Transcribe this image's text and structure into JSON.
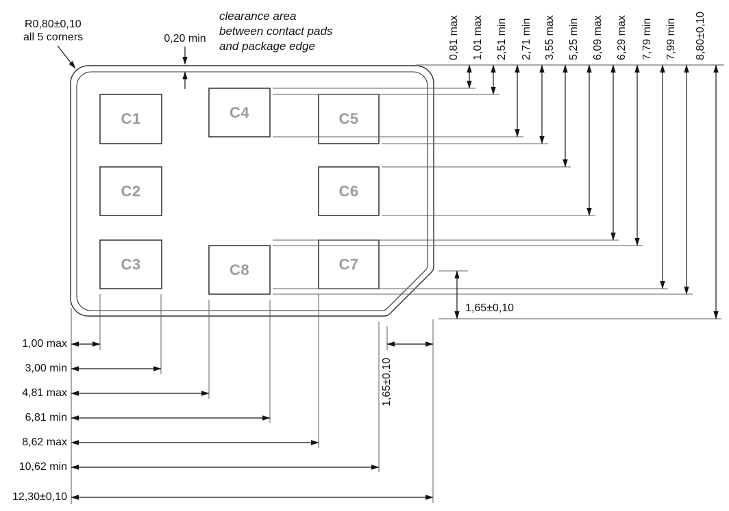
{
  "title": "package outline drawing with contact pad dimensions",
  "corner_note": {
    "line1": "R0,80±0,10",
    "line2": "all 5 corners"
  },
  "edge_clearance": {
    "label": "0,20 min"
  },
  "clearance_note": {
    "line1": "clearance area",
    "line2": "between contact pads",
    "line3": "and package edge"
  },
  "pads": [
    {
      "id": "C1",
      "label": "C1"
    },
    {
      "id": "C2",
      "label": "C2"
    },
    {
      "id": "C3",
      "label": "C3"
    },
    {
      "id": "C4",
      "label": "C4"
    },
    {
      "id": "C5",
      "label": "C5"
    },
    {
      "id": "C6",
      "label": "C6"
    },
    {
      "id": "C7",
      "label": "C7"
    },
    {
      "id": "C8",
      "label": "C8"
    }
  ],
  "vertical_dims_top": [
    {
      "label": "0,81 max"
    },
    {
      "label": "1,01 max"
    },
    {
      "label": "2,51 min"
    },
    {
      "label": "2,71 min"
    },
    {
      "label": "3,55 max"
    },
    {
      "label": "5,25 min"
    },
    {
      "label": "6,09 max"
    },
    {
      "label": "6,29 max"
    },
    {
      "label": "7,79 min"
    },
    {
      "label": "7,99 min"
    },
    {
      "label": "8,80±0,10"
    }
  ],
  "horizontal_dims_left": [
    {
      "label": "1,00 max"
    },
    {
      "label": "3,00 min"
    },
    {
      "label": "4,81 max"
    },
    {
      "label": "6,81 min"
    },
    {
      "label": "8,62 max"
    },
    {
      "label": "10,62 min"
    },
    {
      "label": "12,30±0,10"
    }
  ],
  "chamfer": {
    "height_label": "1,65±0,10",
    "width_label": "1,65±0,10"
  },
  "colors": {
    "line": "#2e2e2e",
    "dim": "#141414",
    "extension": "#5f5f5f",
    "reference": "#8c8c8c",
    "pad_label": "#9c9c9c",
    "background": "#ffffff"
  }
}
